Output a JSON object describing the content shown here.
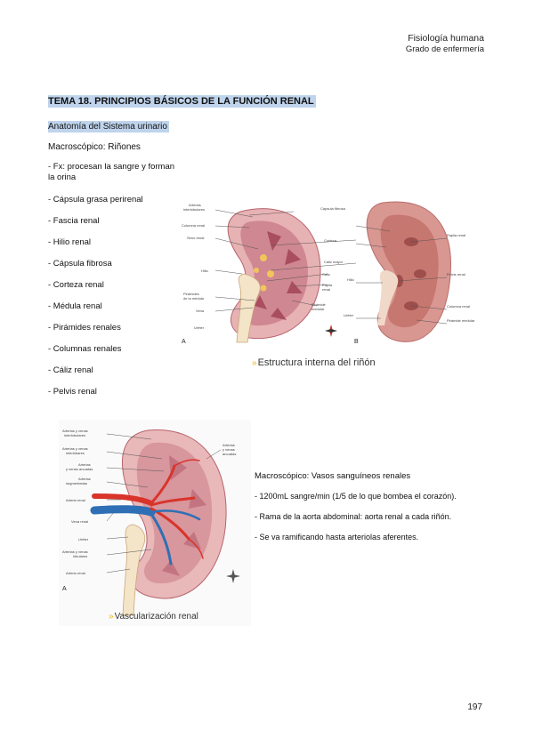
{
  "header": {
    "line1": "Fisiología humana",
    "line2": "Grado de enfermería"
  },
  "title": "TEMA 18. PRINCIPIOS BÁSICOS DE LA FUNCIÓN RENAL",
  "section": "Anatomía del Sistema urinario",
  "macro_kidneys": {
    "heading": "Macroscópico: Riñones",
    "items": [
      "- Fx: procesan la sangre y forman la orina",
      "- Cápsula grasa perirenal",
      "- Fascia renal",
      "- Hilio renal",
      "- Cápsula fibrosa",
      "- Corteza renal",
      "- Médula renal",
      "- Pirámides renales",
      "- Columnas renales",
      "- Cáliz renal",
      "- Pelvis renal"
    ]
  },
  "figure1": {
    "caption": "Estructura interna del riñón",
    "panel_a": "A",
    "panel_b": "B",
    "labels_a": [
      "Arterias interlobulares",
      "Columna renal",
      "Seno renal",
      "Hilio",
      "Pirámides de la médula",
      "Vena",
      "Uréter",
      "Pirámide medular",
      "Papila renal",
      "Cáliz",
      "Cáliz mayor",
      "Corteza",
      "Cápsula"
    ],
    "labels_b": [
      "Cápsula fibrosa",
      "Corteza",
      "Papila renal",
      "Pelvis renal",
      "Columna renal",
      "Hilio",
      "Uréter",
      "Pirámide medular"
    ]
  },
  "figure2": {
    "caption": "Vascularización renal",
    "panel_a": "A",
    "labels": [
      "Arterias y venas interlobulares",
      "Arterias y venas interlobares",
      "Arterias y venas arcuatas",
      "Arterias segmentarias",
      "Arteria renal",
      "Vena renal",
      "Uréter",
      "Arterias y venas lóbulares",
      "Arteria renal",
      "Arterias y venas arcuatas"
    ]
  },
  "macro_vessels": {
    "heading": "Macroscópico: Vasos sanguíneos renales",
    "items": [
      "- 1200mL sangre/min (1/5 de lo que bombea el corazón).",
      "- Rama de la aorta abdominal: aorta renal a cada riñón.",
      "- Se va ramificando hasta arteriolas aferentes."
    ]
  },
  "page_number": "197",
  "colors": {
    "highlight": "#bfd4ec",
    "arrow": "#f0b400",
    "cortex": "#e8b4b4",
    "medulla": "#c97d86",
    "artery": "#d9342b",
    "vein": "#2f6fb5"
  }
}
